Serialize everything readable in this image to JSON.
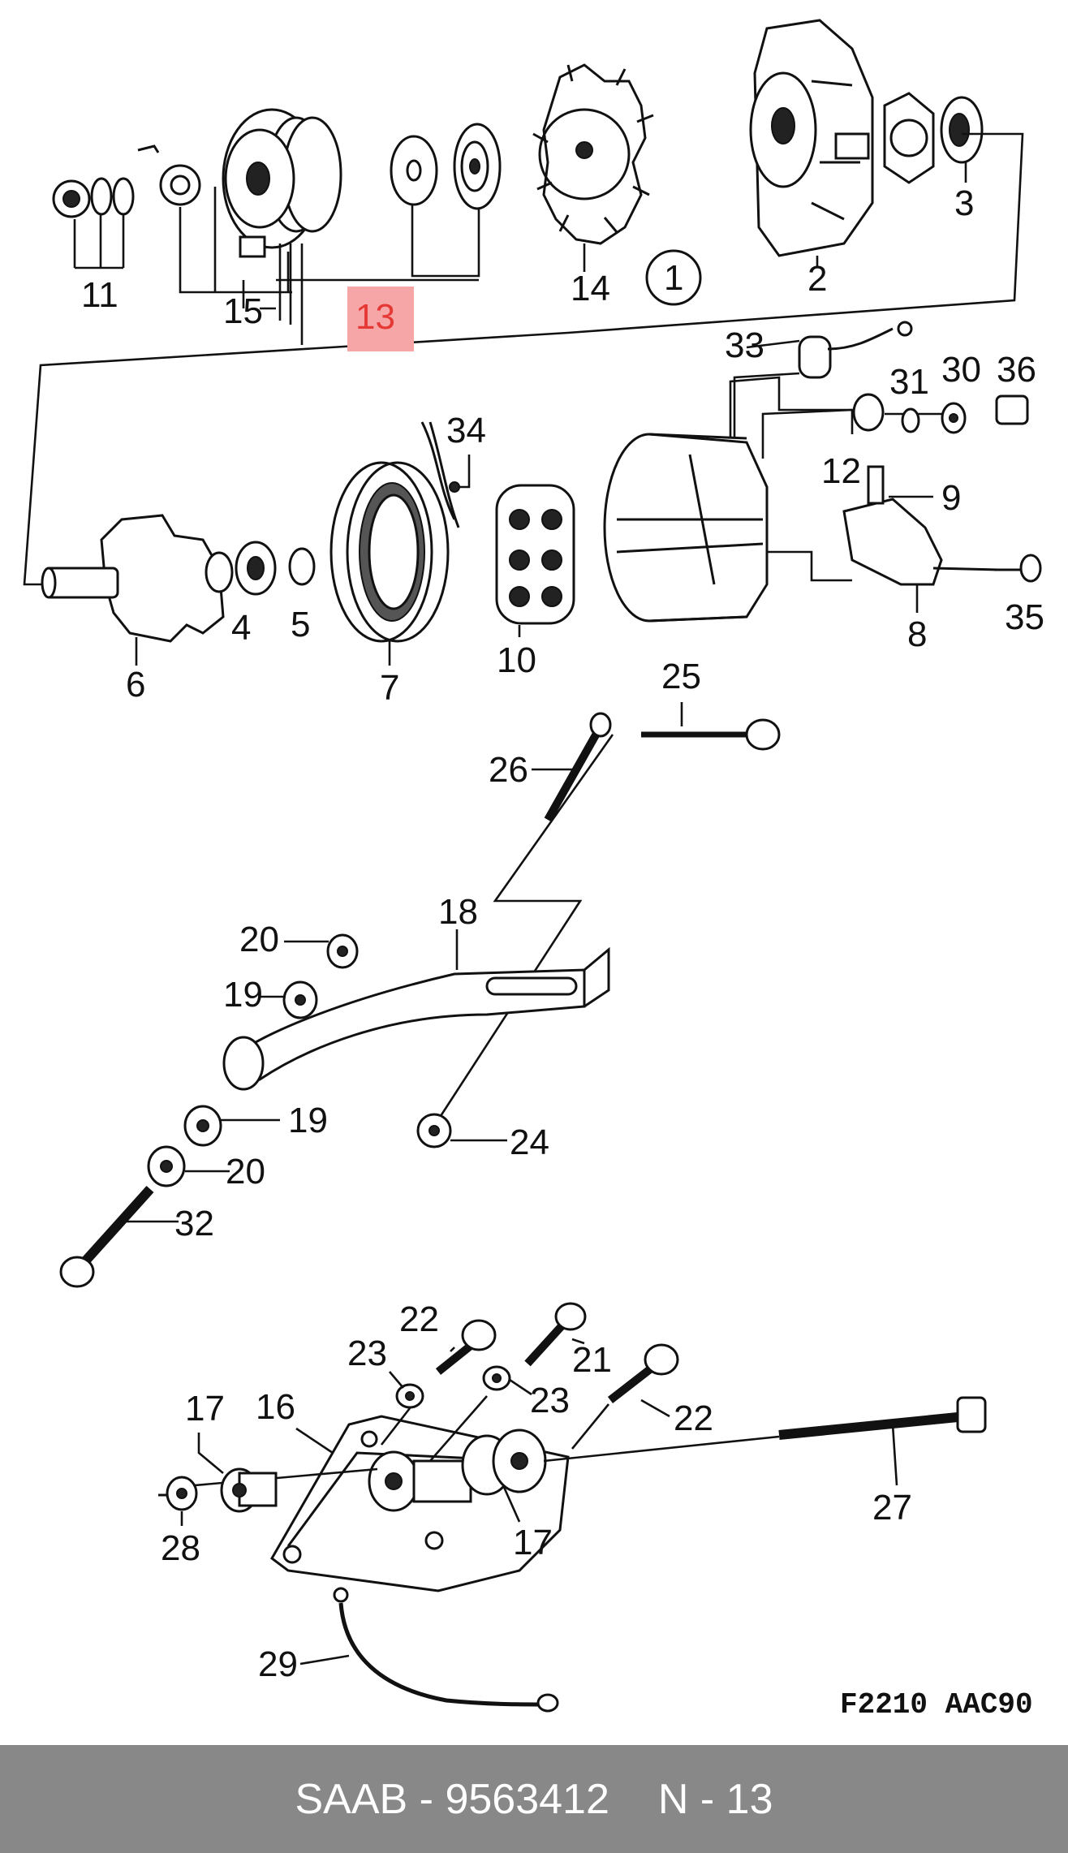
{
  "highlight_color": "#f7a6a8",
  "callouts": {
    "c1": "1",
    "c2": "2",
    "c3": "3",
    "c4": "4",
    "c5": "5",
    "c6": "6",
    "c7": "7",
    "c8": "8",
    "c9": "9",
    "c10": "10",
    "c11": "11",
    "c12": "12",
    "c13": "13",
    "c14": "14",
    "c15": "15",
    "c16": "16",
    "c17a": "17",
    "c17b": "17",
    "c18": "18",
    "c19a": "19",
    "c19b": "19",
    "c20a": "20",
    "c20b": "20",
    "c21": "21",
    "c22a": "22",
    "c22b": "22",
    "c23a": "23",
    "c23b": "23",
    "c24": "24",
    "c25": "25",
    "c26": "26",
    "c27": "27",
    "c28": "28",
    "c29": "29",
    "c30": "30",
    "c31": "31",
    "c32": "32",
    "c33": "33",
    "c34": "34",
    "c35": "35",
    "c36": "36"
  },
  "diagram_code": "F2210  AAC90",
  "footer": {
    "part": "SAAB - 9563412",
    "ref": "N - 13"
  }
}
